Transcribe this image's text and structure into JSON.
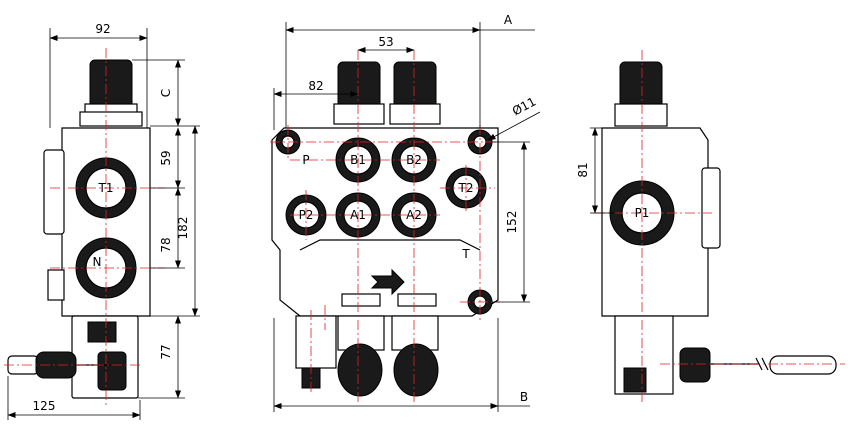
{
  "dimensions": {
    "side_width": "92",
    "side_c": "C",
    "side_59": "59",
    "side_182": "182",
    "side_78": "78",
    "side_77": "77",
    "side_125": "125",
    "front_a": "A",
    "front_53": "53",
    "front_82": "82",
    "front_hole": "Ø11",
    "front_152": "152",
    "front_b": "B",
    "right_81": "81"
  },
  "ports": {
    "side_t1": "T1",
    "side_n": "N",
    "front_p_mark": "P",
    "front_b1": "B1",
    "front_b2": "B2",
    "front_t2": "T2",
    "front_p2": "P2",
    "front_a1": "A1",
    "front_a2": "A2",
    "front_t_mark": "T",
    "right_p1": "P1"
  },
  "colors": {
    "outline": "#000000",
    "centerline": "#e02020",
    "background": "#ffffff"
  }
}
